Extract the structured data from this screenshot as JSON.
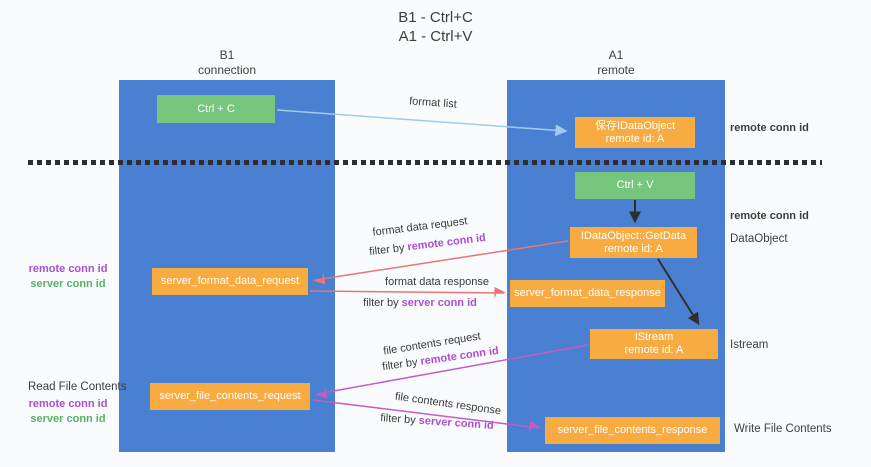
{
  "title": {
    "line1": "B1 - Ctrl+C",
    "line2": "A1 - Ctrl+V"
  },
  "lanes": {
    "left": {
      "name": "B1",
      "role": "connection"
    },
    "right": {
      "name": "A1",
      "role": "remote"
    }
  },
  "boxes": {
    "ctrl_c": {
      "label": "Ctrl + C"
    },
    "save_dataobject": {
      "line1": "保存IDataObject",
      "line2": "remote id: A"
    },
    "ctrl_v": {
      "label": "Ctrl + V"
    },
    "getdata": {
      "line1": "IDataObject::GetData",
      "line2": "remote id: A"
    },
    "format_request": {
      "label": "server_format_data_request"
    },
    "format_response": {
      "label": "server_format_data_response"
    },
    "istream": {
      "line1": "IStream",
      "line2": "remote id: A"
    },
    "file_request": {
      "label": "server_file_contents_request"
    },
    "file_response": {
      "label": "server_file_contents_response"
    }
  },
  "flow_labels": {
    "format_list": "format list",
    "format_data_request": "format data request",
    "format_data_request_filter_prefix": "filter by ",
    "format_data_request_filter_key": "remote conn id",
    "format_data_response": "format data response",
    "format_data_response_filter_prefix": "filter by ",
    "format_data_response_filter_key": "server conn id",
    "file_contents_request": "file contents request",
    "file_contents_request_filter_prefix": "filter by ",
    "file_contents_request_filter_key": "remote conn id",
    "file_contents_response": "file contents response",
    "file_contents_response_filter_prefix": "filter by ",
    "file_contents_response_filter_key": "server conn id"
  },
  "side_labels": {
    "right_top_remote_conn_id": "remote conn id",
    "right_mid_remote_conn_id": "remote conn id",
    "dataobject": "DataObject",
    "istream": "Istream",
    "write_file_contents": "Write File Contents",
    "left_format_remote_conn_id": "remote conn id",
    "left_format_server_conn_id": "server conn id",
    "read_file_contents": "Read File Contents",
    "left_file_remote_conn_id": "remote conn id",
    "left_file_server_conn_id": "server conn id"
  },
  "colors": {
    "lane_blue": "#4a80d1",
    "box_orange": "#f8ab40",
    "box_green": "#76c77d",
    "arrow_light_blue": "#9fcbec",
    "arrow_red": "#e87575",
    "arrow_magenta": "#c75ac7",
    "arrow_black": "#2f2f2f",
    "text_purple": "#ab4fcf",
    "text_green": "#56b266",
    "text_dark": "#3d3d3d"
  }
}
